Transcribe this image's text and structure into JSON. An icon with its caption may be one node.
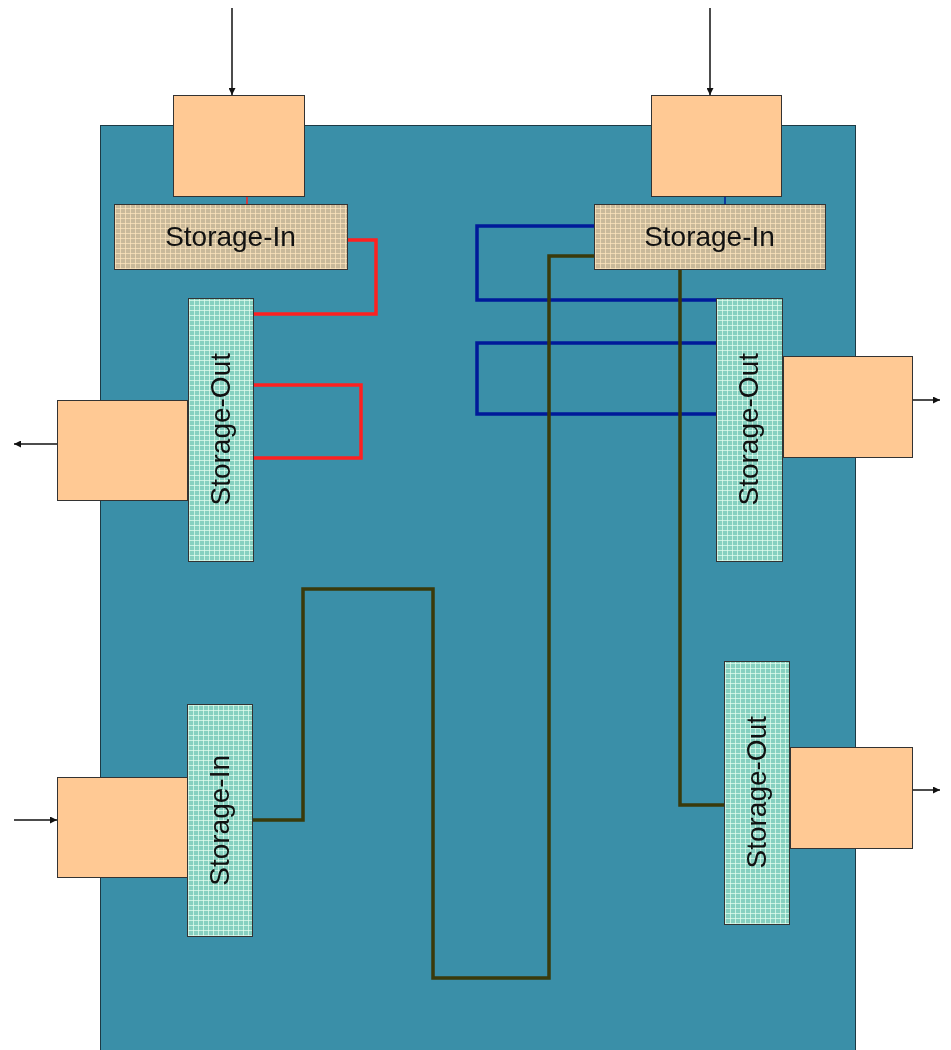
{
  "diagram": {
    "nodes": [
      {
        "text": [],
        "shape": "box"
      },
      {
        "text": [],
        "shape": "box"
      },
      {
        "text": [],
        "shape": "box"
      },
      {
        "text": [
          "Storage-In"
        ],
        "in": 0
      },
      {
        "text": [
          "Storage-In"
        ],
        "in": 0
      },
      {
        "text": [
          "Storage-Out"
        ],
        "in": 0
      },
      {
        "text": [],
        "shape": "box"
      },
      {
        "text": [
          "Storage-Out"
        ],
        "in": 0
      },
      {
        "text": [],
        "shape": "box"
      },
      {
        "text": [
          "Storage-In"
        ],
        "in": 0
      },
      {
        "text": [],
        "shape": "box"
      },
      {
        "text": [
          "Storage-Out"
        ],
        "in": 0
      },
      {
        "text": [],
        "shape": "box"
      }
    ],
    "edges": [
      {
        "from": null,
        "to": 1,
        "arrow": "to"
      },
      {
        "from": null,
        "to": 2,
        "arrow": "to"
      },
      {
        "from": 1,
        "to": 3,
        "arrow": "none",
        "color": "#ff2020"
      },
      {
        "from": 2,
        "to": 4,
        "arrow": "none",
        "color": "#001a99"
      },
      {
        "from": 3,
        "to": 5,
        "arrow": "none",
        "style": "thick",
        "color": "#ff2020"
      },
      {
        "from": 5,
        "to": 5,
        "arrow": "none",
        "style": "thick",
        "color": "#ff2020"
      },
      {
        "from": 4,
        "to": 7,
        "arrow": "none",
        "style": "thick",
        "color": "#001a99"
      },
      {
        "from": 7,
        "to": 7,
        "arrow": "none",
        "style": "thick",
        "color": "#001a99"
      },
      {
        "from": 9,
        "to": 4,
        "arrow": "none",
        "style": "thick",
        "color": "#3a3a0a"
      },
      {
        "from": 4,
        "to": 11,
        "arrow": "none",
        "style": "thick",
        "color": "#3a3a0a"
      },
      {
        "from": 6,
        "to": null,
        "arrow": "to"
      },
      {
        "from": 8,
        "to": null,
        "arrow": "to"
      },
      {
        "from": null,
        "to": 10,
        "arrow": "to"
      },
      {
        "from": 12,
        "to": null,
        "arrow": "to"
      }
    ]
  }
}
